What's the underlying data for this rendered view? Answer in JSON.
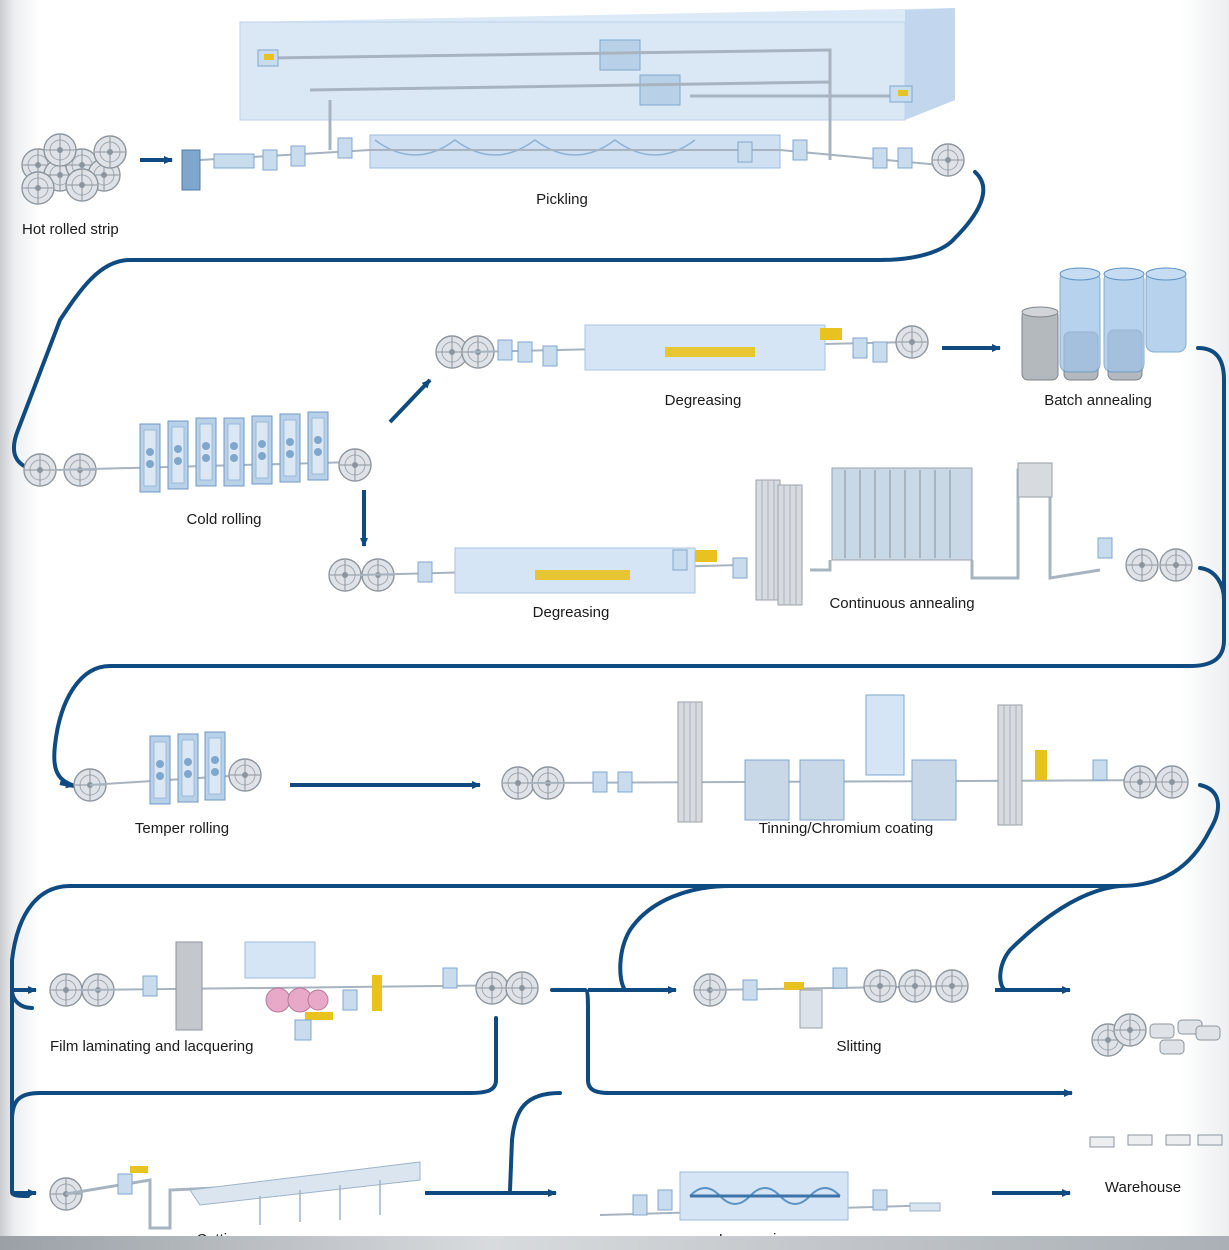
{
  "colors": {
    "flow_line": "#0f4a80",
    "machine_light": "#dbe8f4",
    "machine_mid": "#b9d1e8",
    "machine_dark": "#7fa6cc",
    "metal": "#c4c8cc",
    "accent_yellow": "#e8c21e",
    "accent_pink": "#e8a8c8"
  },
  "labels": {
    "hot_rolled_strip": "Hot rolled strip",
    "pickling": "Pickling",
    "degreasing_top": "Degreasing",
    "batch_annealing": "Batch annealing",
    "cold_rolling": "Cold rolling",
    "degreasing_bottom": "Degreasing",
    "continuous_annealing": "Continuous annealing",
    "temper_rolling": "Temper rolling",
    "tinning_chromium_coating": "Tinning/Chromium coating",
    "film_laminating": "Film laminating and lacquering",
    "slitting": "Slitting",
    "warehouse": "Warehouse",
    "cutting": "Cutting",
    "lacquering": "Lacquering"
  }
}
